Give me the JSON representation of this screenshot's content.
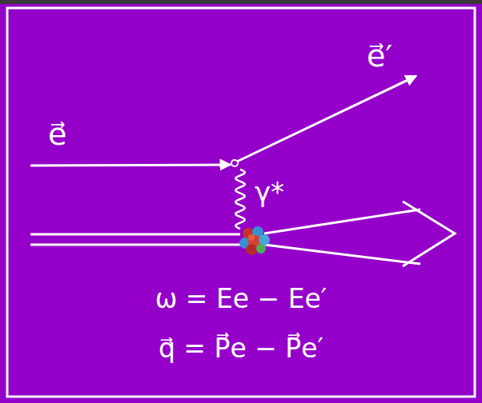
{
  "diagram": {
    "labels": [
      "e⃗",
      "e⃗′",
      "γ*",
      "ω = Ee − Ee′",
      "q⃗ = P⃗e − P⃗e′"
    ]
  }
}
